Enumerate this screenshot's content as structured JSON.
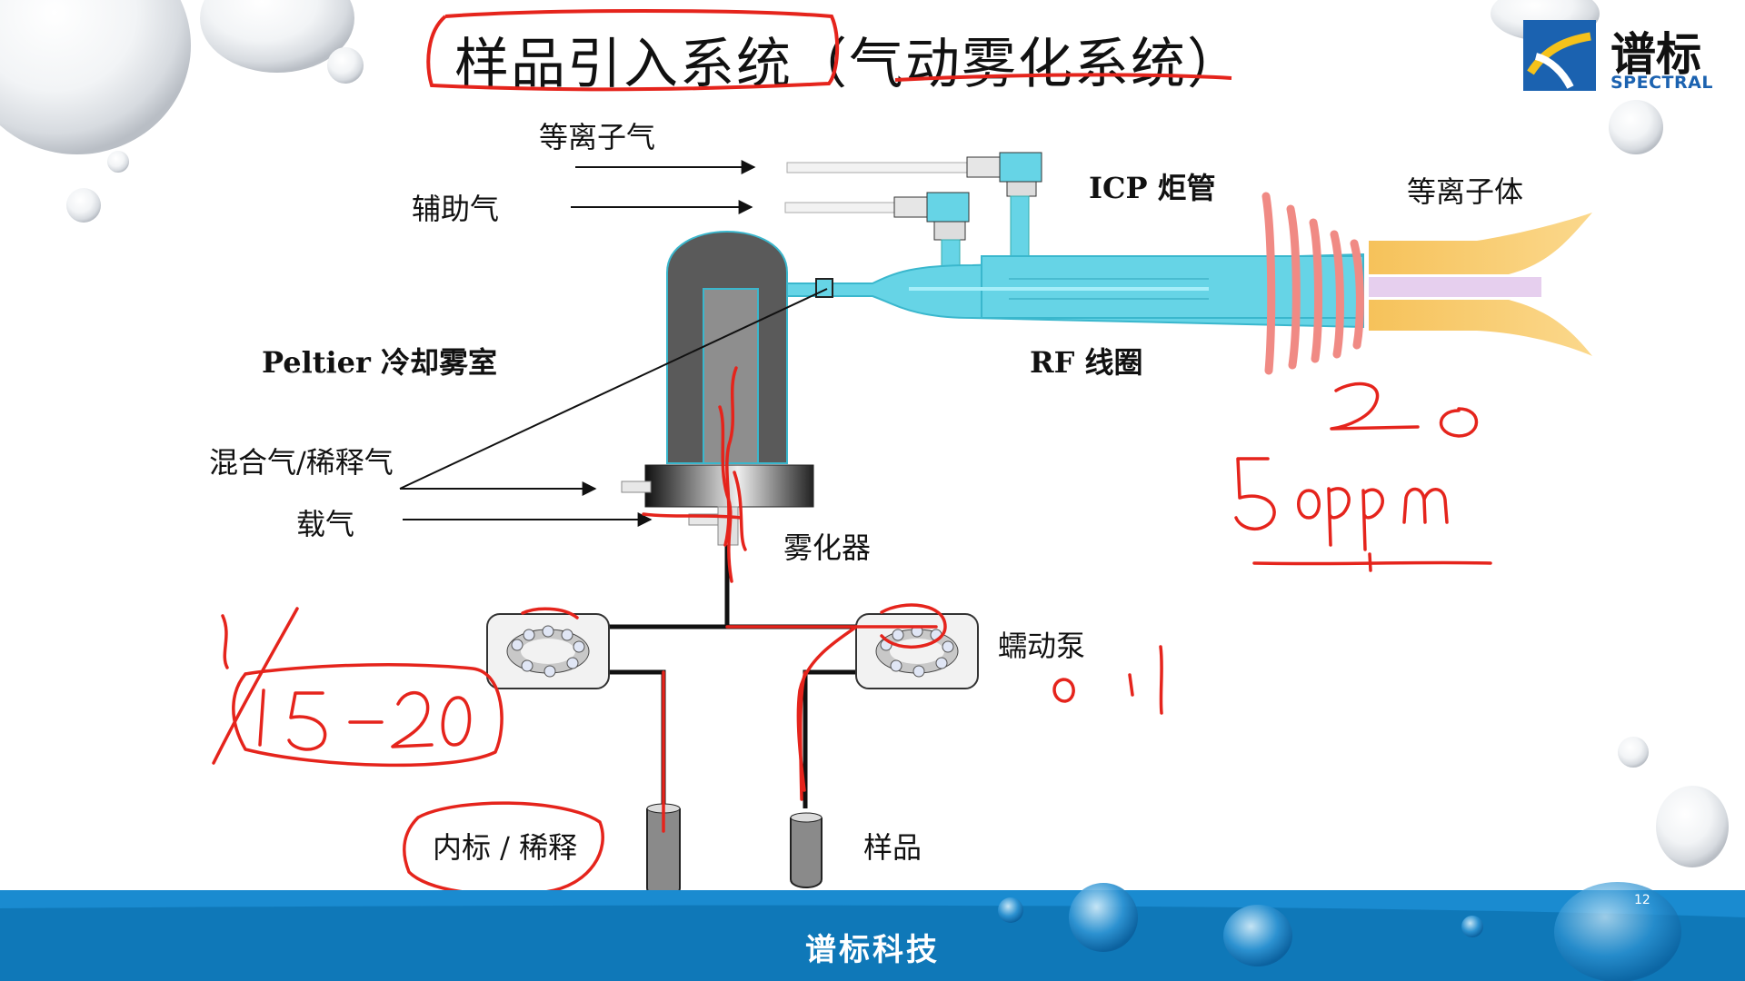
{
  "slide": {
    "title": "样品引入系统（气动雾化系统）",
    "brand": {
      "name_cn": "谱标",
      "name_en": "SPECTRAL"
    },
    "footer_text": "谱标科技",
    "slide_number": "12"
  },
  "diagram": {
    "labels": {
      "plasma_gas": "等离子气",
      "auxiliary_gas": "辅助气",
      "icp_torch": "ICP 炬管",
      "plasma": "等离子体",
      "spray_chamber": "Peltier 冷却雾室",
      "rf_coil": "RF 线圈",
      "makeup_gas": "混合气/稀释气",
      "carrier_gas": "载气",
      "nebulizer": "雾化器",
      "peristaltic_pump": "蠕动泵",
      "internal_standard": "内标 / 稀释",
      "sample": "样品"
    },
    "colors": {
      "torch": "#66d4e6",
      "plasma": "#f7ba4e",
      "rf_coil": "#f08a84",
      "chamber": "#5a5a5a",
      "annotation": "#e5241c",
      "footer": "#0f78b8"
    }
  }
}
